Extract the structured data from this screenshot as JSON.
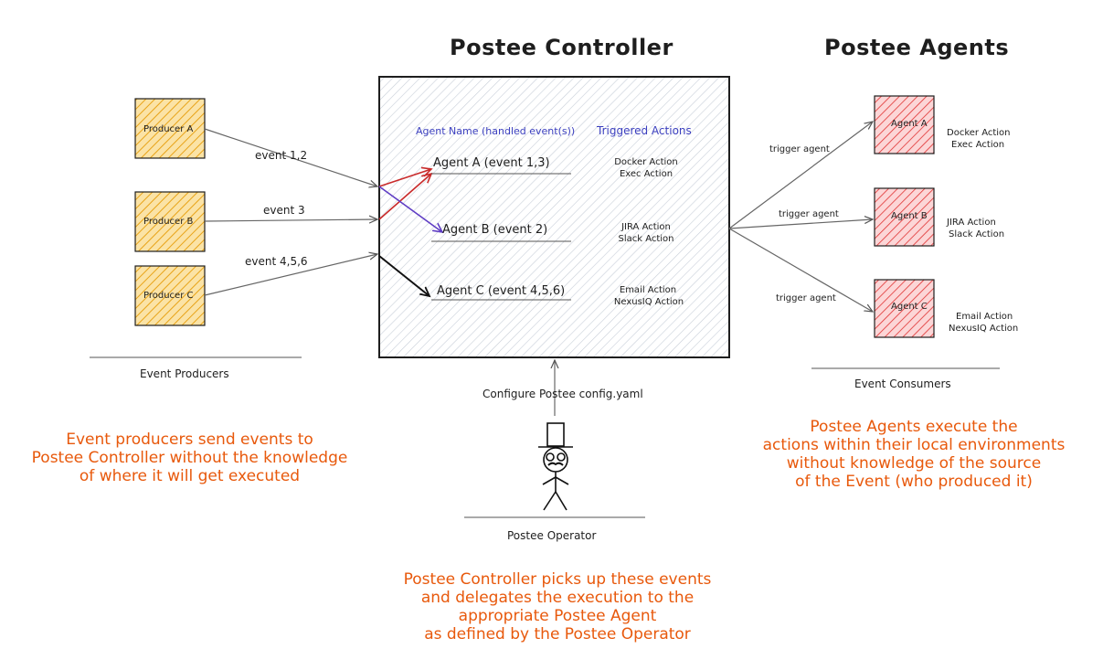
{
  "titles": {
    "controller": "Postee Controller",
    "agents": "Postee Agents"
  },
  "producers": {
    "items": [
      {
        "label": "Producer A",
        "event": "event 1,2"
      },
      {
        "label": "Producer B",
        "event": "event 3"
      },
      {
        "label": "Producer C",
        "event": "event 4,5,6"
      }
    ],
    "section_label": "Event Producers"
  },
  "controller": {
    "col_agent_header": "Agent Name (handled event(s))",
    "col_actions_header": "Triggered Actions",
    "rows": [
      {
        "agent": "Agent A (event 1,3)",
        "action1": "Docker Action",
        "action2": "Exec Action"
      },
      {
        "agent": "Agent B (event 2)",
        "action1": "JIRA Action",
        "action2": "Slack Action"
      },
      {
        "agent": "Agent C (event 4,5,6)",
        "action1": "Email Action",
        "action2": "NexusIQ Action"
      }
    ]
  },
  "consumers": {
    "items": [
      {
        "label": "Agent A",
        "action1": "Docker Action",
        "action2": "Exec Action",
        "trigger": "trigger agent"
      },
      {
        "label": "Agent B",
        "action1": "JIRA Action",
        "action2": "Slack Action",
        "trigger": "trigger agent"
      },
      {
        "label": "Agent C",
        "action1": "Email Action",
        "action2": "NexusIQ Action",
        "trigger": "trigger agent"
      }
    ],
    "section_label": "Event Consumers"
  },
  "operator": {
    "config_label": "Configure Postee config.yaml",
    "label": "Postee Operator"
  },
  "notes": {
    "producers": [
      "Event producers send events to",
      "Postee Controller without the knowledge",
      "of where it will get executed"
    ],
    "agents": [
      "Postee Agents execute the",
      "actions within their local environments",
      "without knowledge of the source",
      "of the Event (who produced it)"
    ],
    "controller": [
      "Postee Controller picks up these events",
      "and delegates the execution to the",
      "appropriate Postee Agent",
      "as defined by the Postee Operator"
    ]
  },
  "colors": {
    "producer_fill": "#f5c44a",
    "producer_hatch": "#e8a317",
    "agent_fill": "#f4a3a6",
    "agent_hatch": "#e03131",
    "note_orange": "#e8590c",
    "header_blue": "#3b3fbf",
    "arrow_red": "#c92a2a",
    "arrow_purple": "#5f3dc4"
  }
}
